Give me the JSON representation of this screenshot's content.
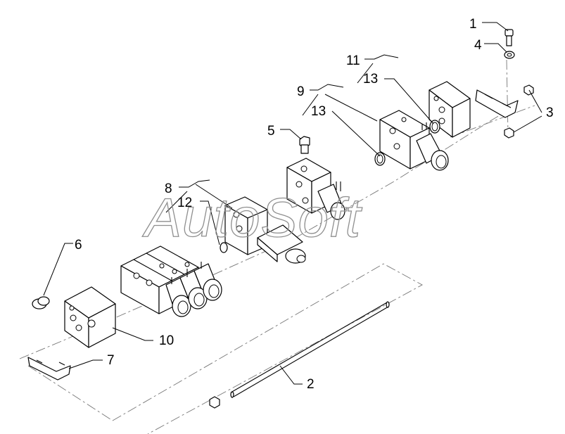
{
  "watermark": "AutoSoft",
  "callouts": [
    {
      "id": "c1",
      "label": "1"
    },
    {
      "id": "c2",
      "label": "2"
    },
    {
      "id": "c3",
      "label": "3"
    },
    {
      "id": "c4",
      "label": "4"
    },
    {
      "id": "c5",
      "label": "5"
    },
    {
      "id": "c6",
      "label": "6"
    },
    {
      "id": "c7",
      "label": "7"
    },
    {
      "id": "c8",
      "label": "8"
    },
    {
      "id": "c9",
      "label": "9"
    },
    {
      "id": "c10",
      "label": "10"
    },
    {
      "id": "c11",
      "label": "11"
    },
    {
      "id": "c12",
      "label": "12"
    },
    {
      "id": "c13a",
      "label": "13"
    },
    {
      "id": "c13b",
      "label": "13"
    }
  ]
}
